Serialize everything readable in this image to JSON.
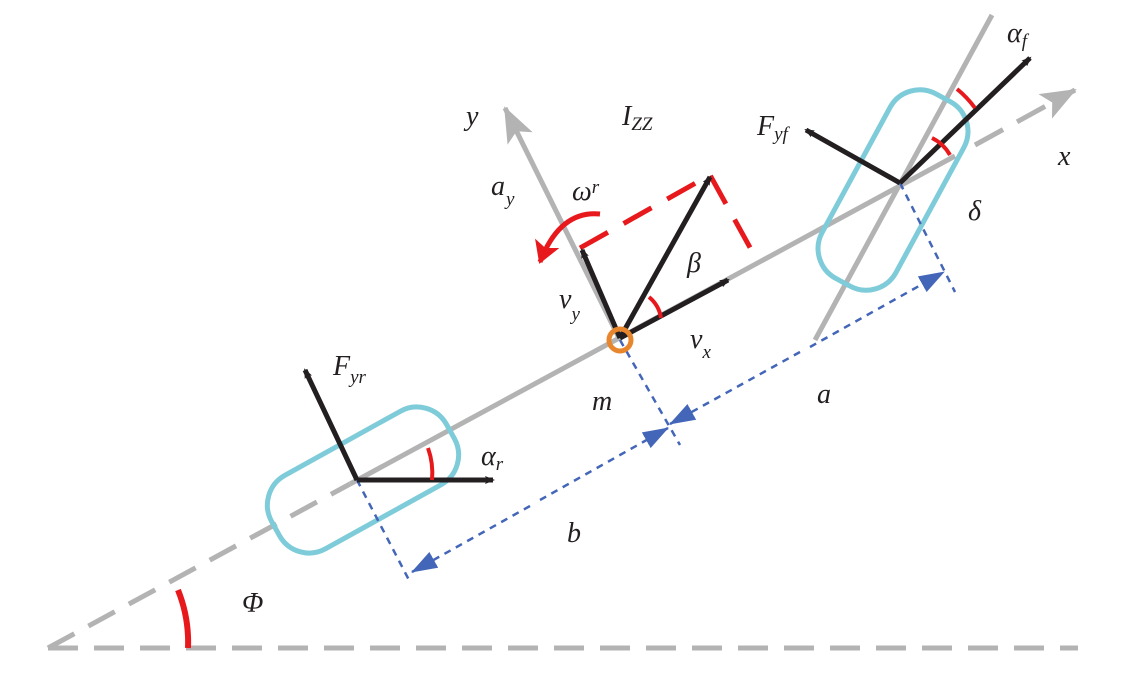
{
  "colors": {
    "axis": "#b3b3b3",
    "vector": "#231f20",
    "accent": "#e8191c",
    "tire": "#7ecbd9",
    "dimension": "#4466b8",
    "cg": "#e8862d"
  },
  "labels": {
    "y_axis": "y",
    "x_axis": "x",
    "izz": {
      "main": "I",
      "sub": "ZZ"
    },
    "ay": {
      "main": "a",
      "sub": "y"
    },
    "omega": {
      "main": "ω",
      "sub": "r"
    },
    "beta": "β",
    "vy": {
      "main": "v",
      "sub": "y"
    },
    "vx": {
      "main": "v",
      "sub": "x"
    },
    "m": "m",
    "a": "a",
    "b": "b",
    "delta": "δ",
    "phi": "Φ",
    "fyf": {
      "main": "F",
      "sub": "yf"
    },
    "fyr": {
      "main": "F",
      "sub": "yr"
    },
    "alpha_f": {
      "main": "α",
      "sub": "f"
    },
    "alpha_r": {
      "main": "α",
      "sub": "r"
    }
  }
}
